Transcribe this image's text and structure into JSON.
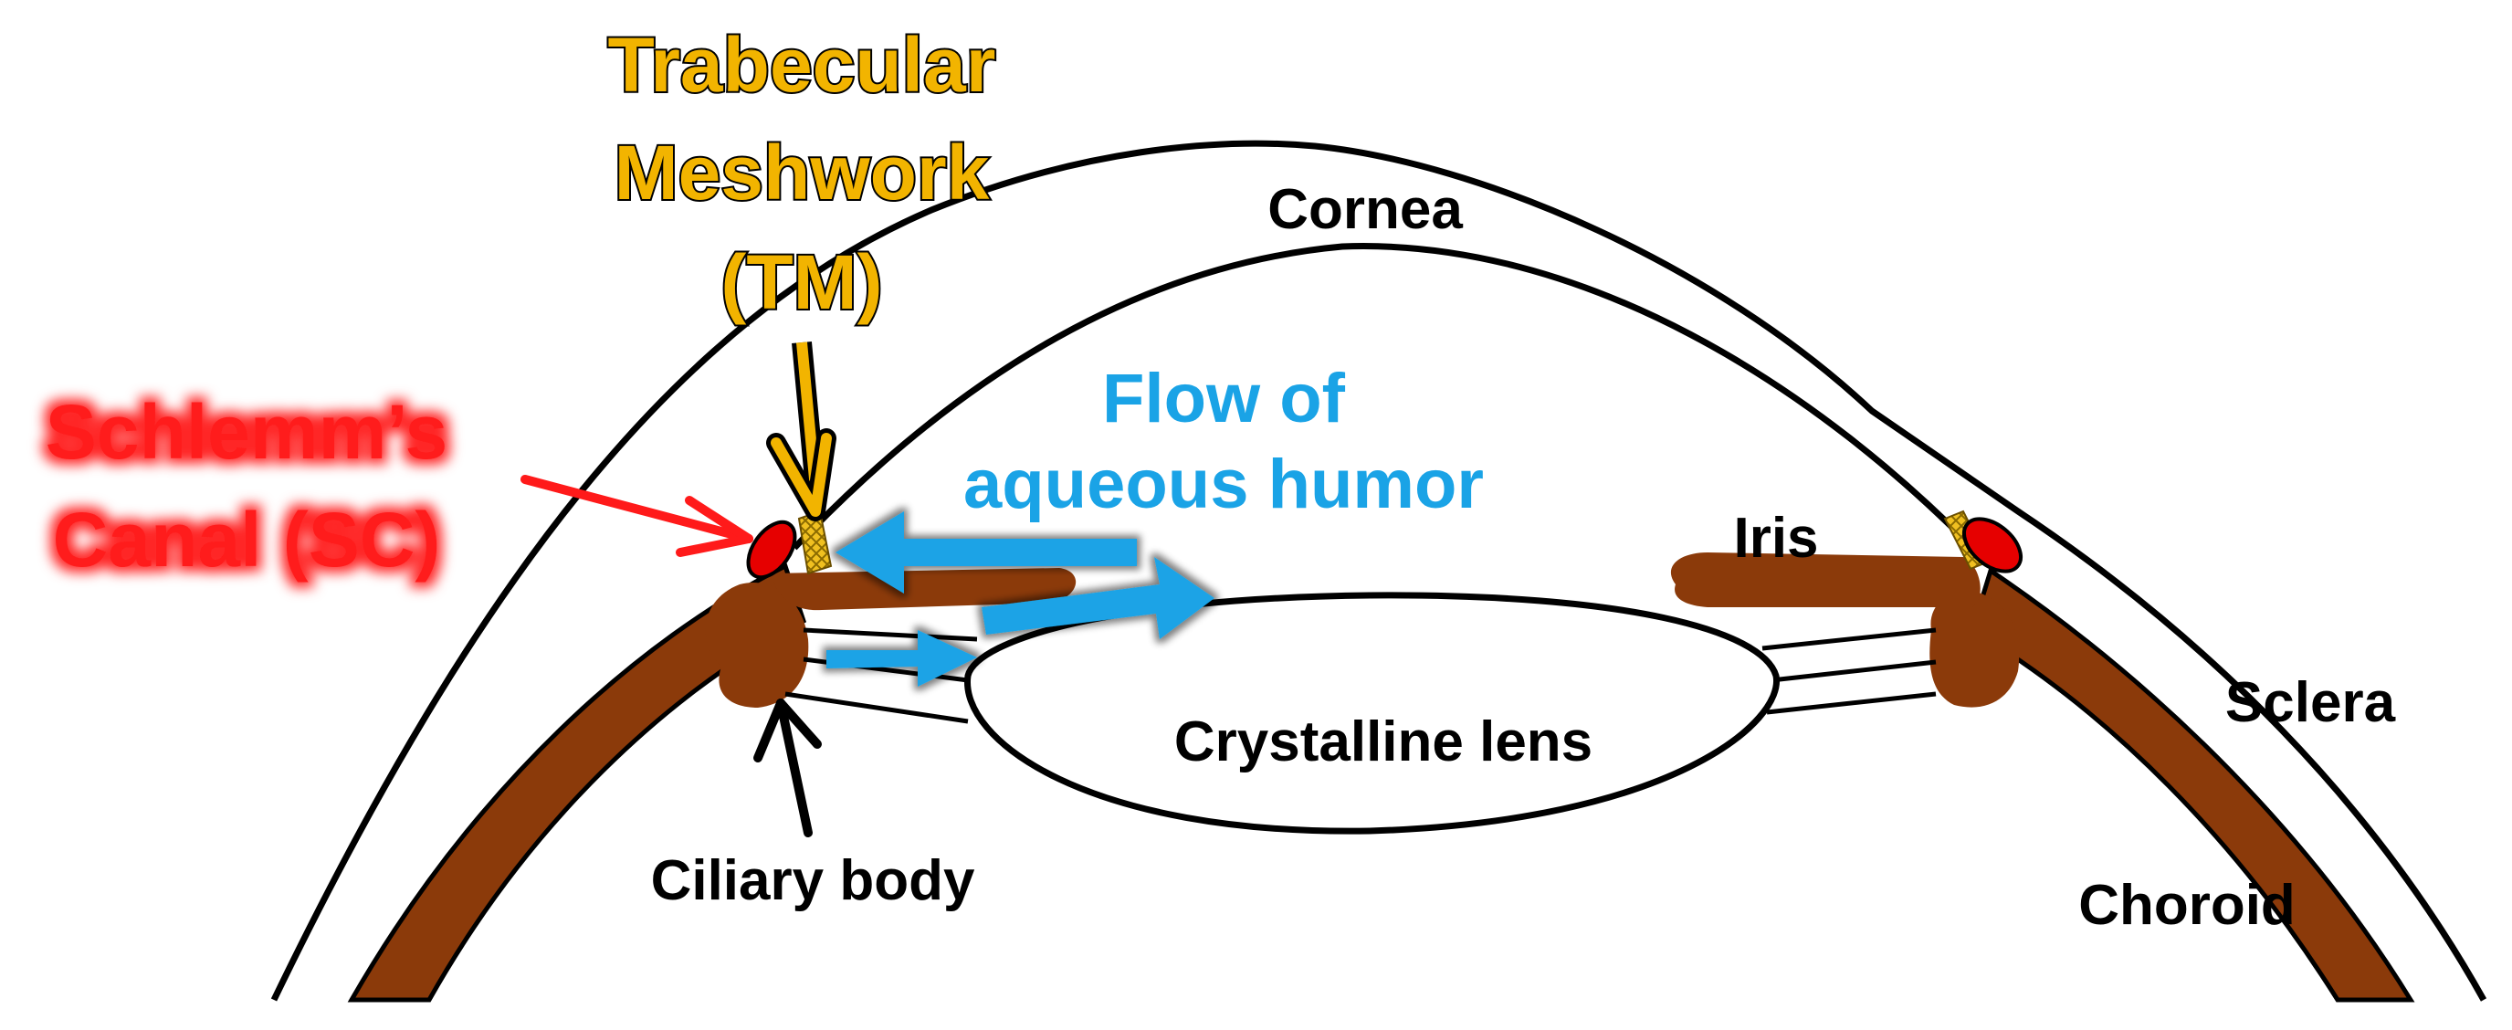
{
  "labels": {
    "trabecular_line1": "Trabecular",
    "trabecular_line2": "Meshwork",
    "trabecular_line3": "(TM)",
    "cornea": "Cornea",
    "schlemm_line1": "Schlemm’s",
    "schlemm_line2": "Canal (SC)",
    "flow_line1": "Flow of",
    "flow_line2": "aqueous humor",
    "iris": "Iris",
    "sclera": "Sclera",
    "crystalline_lens": "Crystalline lens",
    "ciliary_body": "Ciliary body",
    "choroid": "Choroid"
  },
  "colors": {
    "tissue_brown": "#8b3a0a",
    "schlemm_red": "#e60000",
    "meshwork_gold": "#e8b400",
    "flow_blue": "#1aa3e6",
    "label_red": "#ff1a1a",
    "label_orange": "#f2b400",
    "outline": "#000000"
  }
}
